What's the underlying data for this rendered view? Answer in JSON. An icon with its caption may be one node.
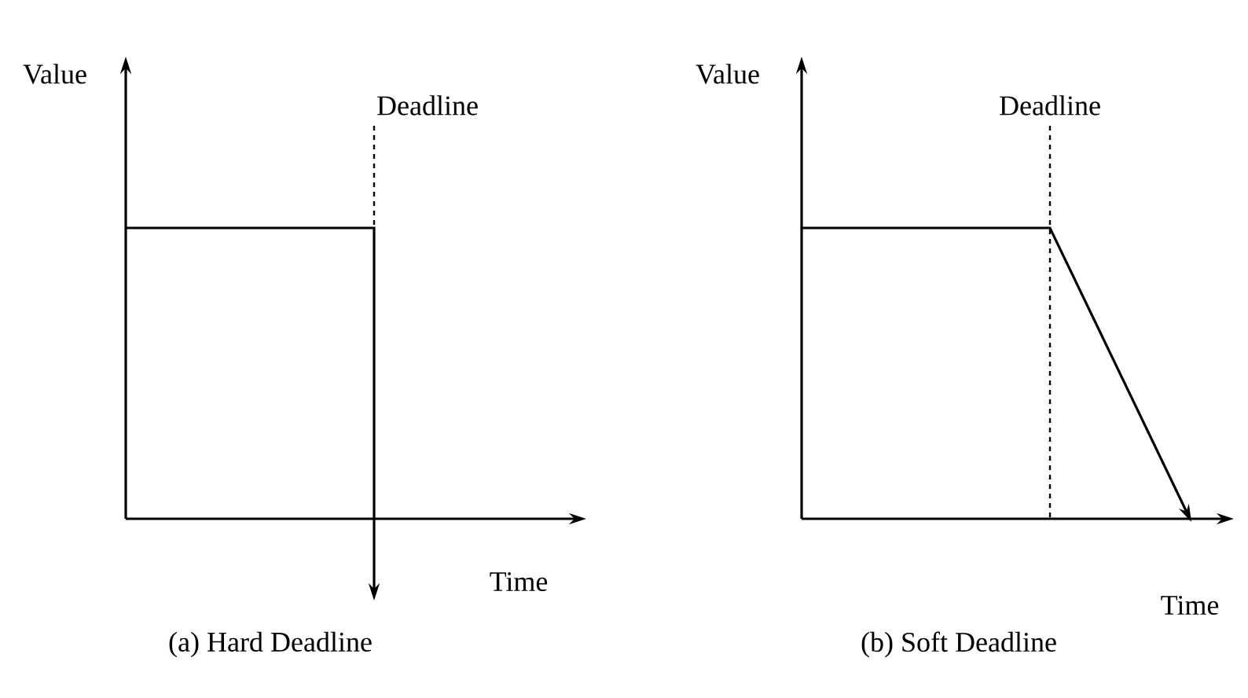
{
  "diagram": {
    "labels": [
      "Value",
      "Deadline",
      "Time",
      "(a) Hard Deadline",
      "Value",
      "Deadline",
      "Time",
      "(b) Soft Deadline"
    ]
  }
}
